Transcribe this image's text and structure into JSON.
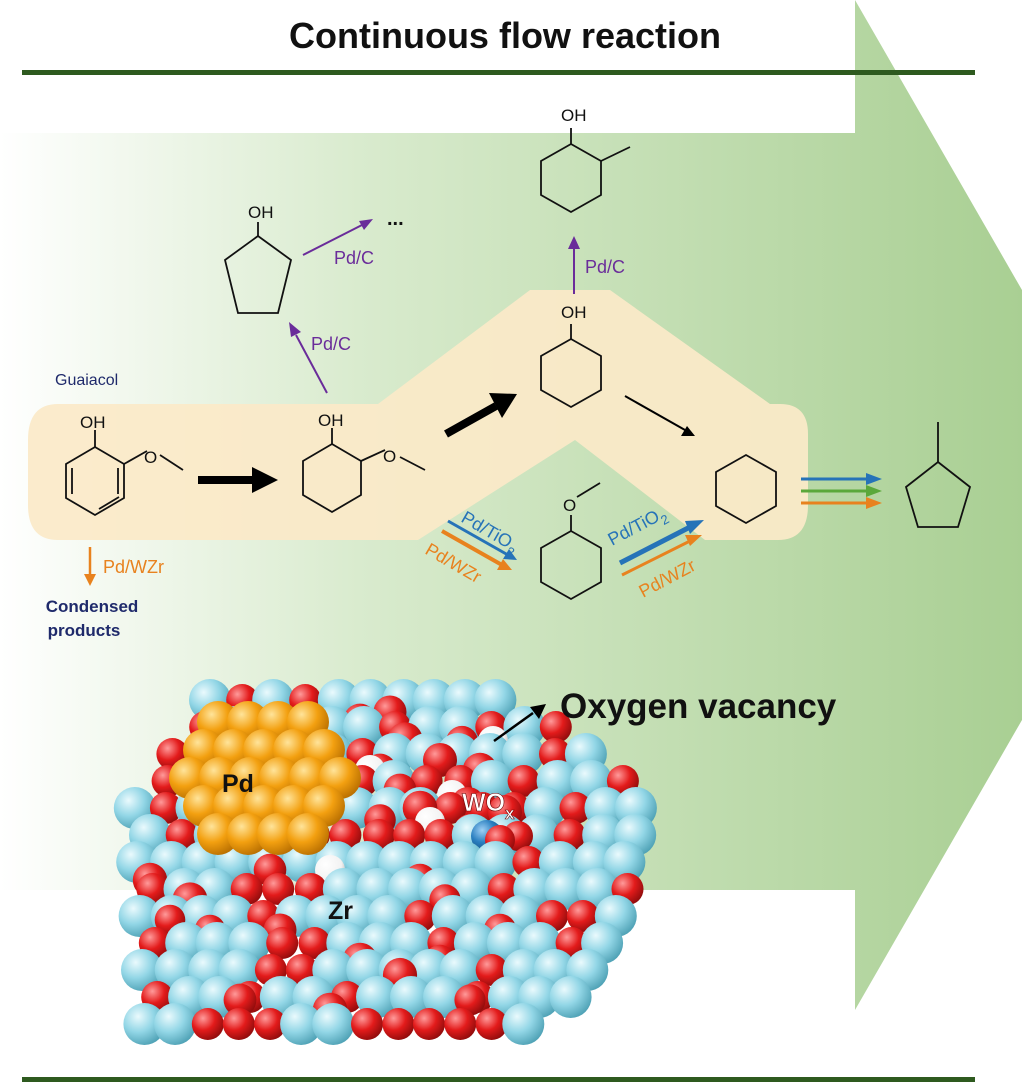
{
  "title": "Continuous flow reaction",
  "start_label": "Guaiacol",
  "condensed_label_line1": "Condensed",
  "condensed_label_line2": "products",
  "oh": "OH",
  "ellipsis": "...",
  "catalysts": {
    "pd_c": "Pd/C",
    "pd_wzr": "Pd/WZr",
    "pd_tio": "Pd/TiO",
    "subscript_2": "2"
  },
  "model": {
    "oxygen_vacancy": "Oxygen vacancy",
    "pd": "Pd",
    "zr": "Zr",
    "wo": "WO",
    "subscript_x": "x"
  },
  "colors": {
    "pd_c": "#6a2c9a",
    "pd_wzr": "#e8821e",
    "pd_tio2": "#2673b8",
    "green_arrow": "#5aa83a",
    "flow_arrow": "#a9cf93",
    "highlight": "#fbe9c8",
    "rule": "#2e5a1f",
    "zr_sphere": "#92d6e6",
    "oxygen_sphere": "#e31b1b",
    "pd_sphere": "#f3a010",
    "vacancy_sphere": "#ffffff",
    "w_sphere": "#2a7fc0"
  }
}
